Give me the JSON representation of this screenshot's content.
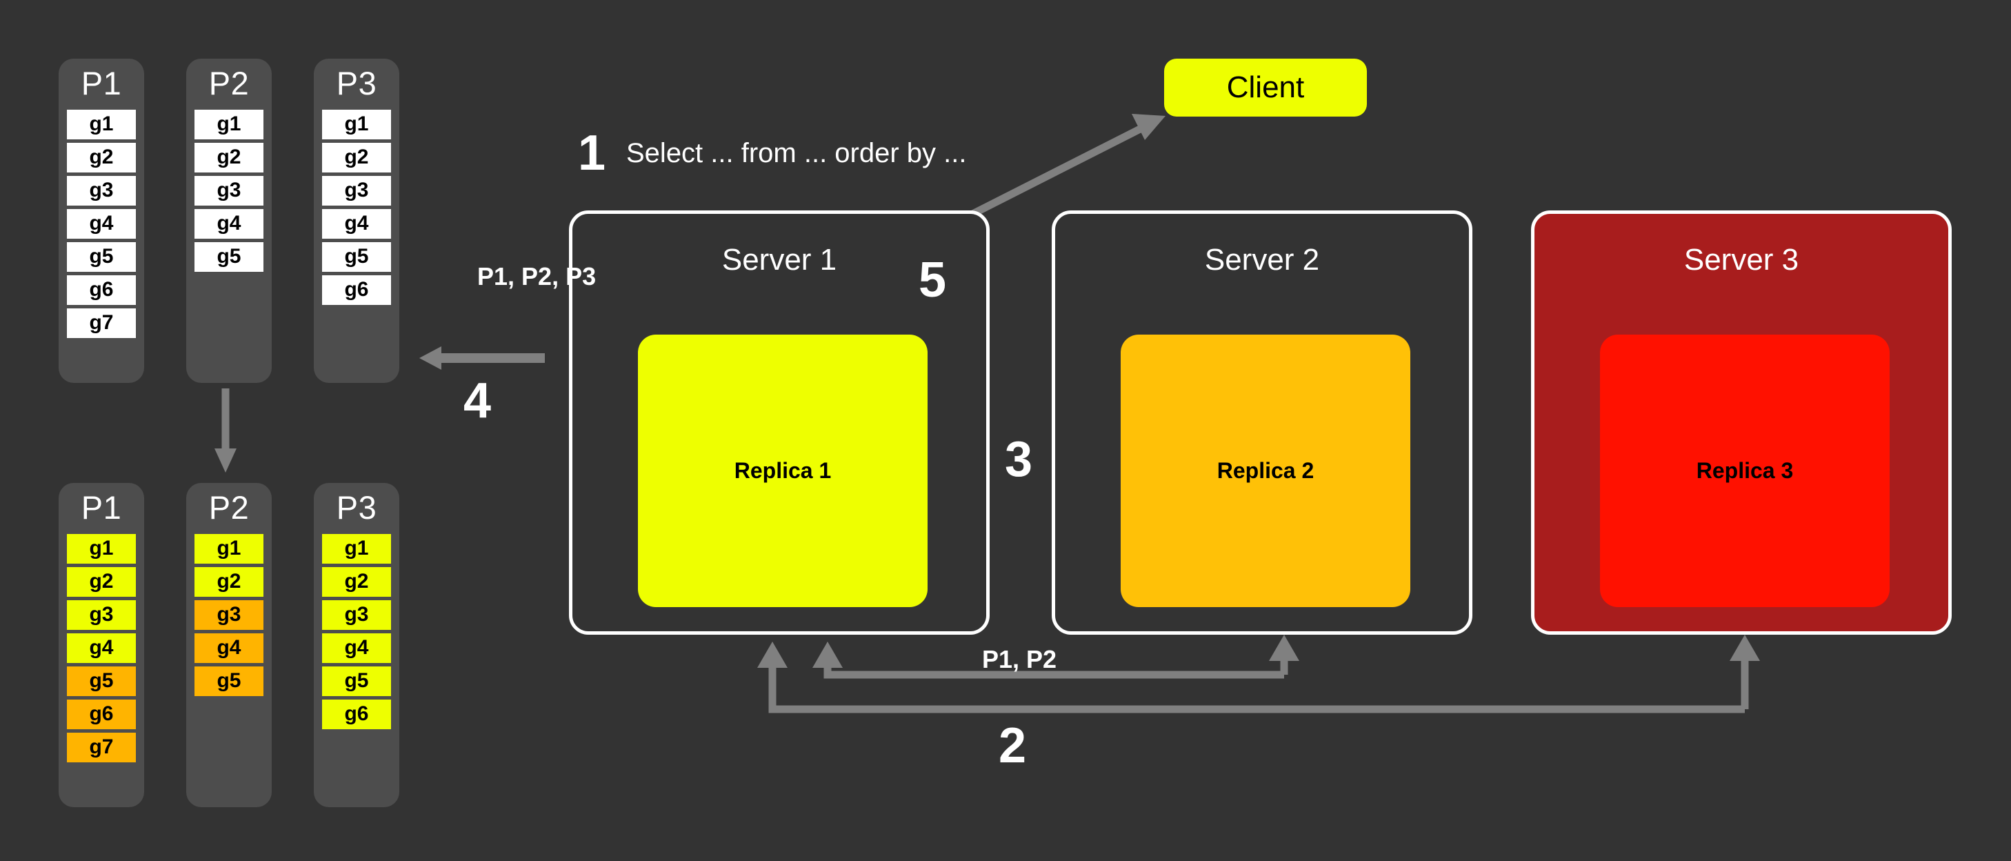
{
  "theme": {
    "background": "#333333",
    "column_bg": "#4d4d4d",
    "cell_white": "#ffffff",
    "cell_yellow": "#eeff00",
    "cell_orange": "#ffb400",
    "replica1": "#eeff00",
    "replica2": "#ffc107",
    "replica3": "#ff1100",
    "server3_bg": "#a81d1d",
    "border_white": "#ffffff",
    "arrow_gray": "#808080",
    "text_white": "#ffffff",
    "text_black": "#000000"
  },
  "partitions_before": [
    {
      "title": "P1",
      "cells": [
        {
          "label": "g1",
          "color": "white"
        },
        {
          "label": "g2",
          "color": "white"
        },
        {
          "label": "g3",
          "color": "white"
        },
        {
          "label": "g4",
          "color": "white"
        },
        {
          "label": "g5",
          "color": "white"
        },
        {
          "label": "g6",
          "color": "white"
        },
        {
          "label": "g7",
          "color": "white"
        }
      ]
    },
    {
      "title": "P2",
      "cells": [
        {
          "label": "g1",
          "color": "white"
        },
        {
          "label": "g2",
          "color": "white"
        },
        {
          "label": "g3",
          "color": "white"
        },
        {
          "label": "g4",
          "color": "white"
        },
        {
          "label": "g5",
          "color": "white"
        }
      ]
    },
    {
      "title": "P3",
      "cells": [
        {
          "label": "g1",
          "color": "white"
        },
        {
          "label": "g2",
          "color": "white"
        },
        {
          "label": "g3",
          "color": "white"
        },
        {
          "label": "g4",
          "color": "white"
        },
        {
          "label": "g5",
          "color": "white"
        },
        {
          "label": "g6",
          "color": "white"
        }
      ]
    }
  ],
  "partitions_after": [
    {
      "title": "P1",
      "cells": [
        {
          "label": "g1",
          "color": "yellow"
        },
        {
          "label": "g2",
          "color": "yellow"
        },
        {
          "label": "g3",
          "color": "yellow"
        },
        {
          "label": "g4",
          "color": "yellow"
        },
        {
          "label": "g5",
          "color": "orange"
        },
        {
          "label": "g6",
          "color": "orange"
        },
        {
          "label": "g7",
          "color": "orange"
        }
      ]
    },
    {
      "title": "P2",
      "cells": [
        {
          "label": "g1",
          "color": "yellow"
        },
        {
          "label": "g2",
          "color": "yellow"
        },
        {
          "label": "g3",
          "color": "orange"
        },
        {
          "label": "g4",
          "color": "orange"
        },
        {
          "label": "g5",
          "color": "orange"
        }
      ]
    },
    {
      "title": "P3",
      "cells": [
        {
          "label": "g1",
          "color": "yellow"
        },
        {
          "label": "g2",
          "color": "yellow"
        },
        {
          "label": "g3",
          "color": "yellow"
        },
        {
          "label": "g4",
          "color": "yellow"
        },
        {
          "label": "g5",
          "color": "yellow"
        },
        {
          "label": "g6",
          "color": "yellow"
        }
      ]
    }
  ],
  "client": {
    "label": "Client"
  },
  "servers": [
    {
      "title": "Server 1",
      "replica": "Replica 1",
      "replica_color": "#eeff00",
      "box_color": "#333333"
    },
    {
      "title": "Server 2",
      "replica": "Replica 2",
      "replica_color": "#ffc107",
      "box_color": "#333333"
    },
    {
      "title": "Server 3",
      "replica": "Replica 3",
      "replica_color": "#ff1100",
      "box_color": "#a81d1d"
    }
  ],
  "steps": {
    "one": "1",
    "two": "2",
    "three": "3",
    "four": "4",
    "five": "5"
  },
  "labels": {
    "query": "Select ... from ... order by ...",
    "p1p2p3": "P1, P2, P3",
    "p1p2": "P1, P2"
  },
  "icons": {
    "arrow_down": "arrow-down-icon",
    "arrow_left": "arrow-left-icon",
    "arrow_up": "arrow-up-icon",
    "arrow_bidirectional": "bidirectional-arrow-icon",
    "loop_arrow": "loop-arrow-icon"
  }
}
